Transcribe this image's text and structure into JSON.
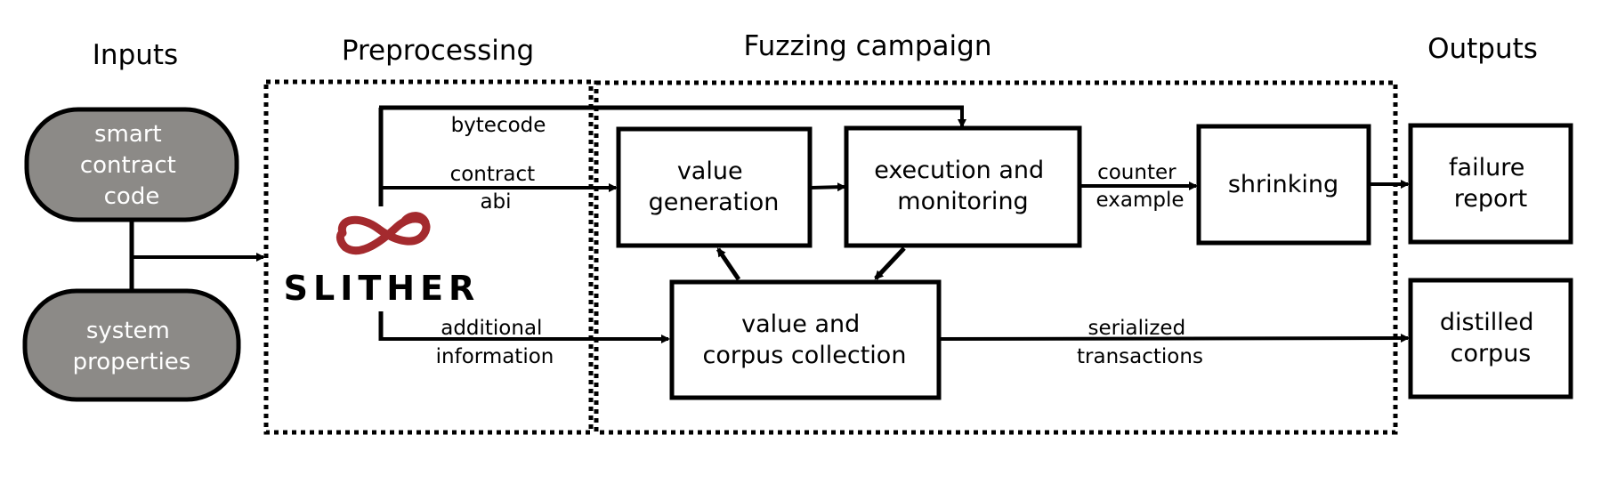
{
  "sections": {
    "inputs": "Inputs",
    "preprocessing": "Preprocessing",
    "fuzzing": "Fuzzing campaign",
    "outputs": "Outputs"
  },
  "inputs": {
    "smart_contract": [
      "smart",
      "contract",
      "code"
    ],
    "system_properties": [
      "system",
      "properties"
    ]
  },
  "tool": {
    "name": "SLITHER"
  },
  "boxes": {
    "value_generation": [
      "value",
      "generation"
    ],
    "execution_monitoring": [
      "execution and",
      "monitoring"
    ],
    "shrinking": [
      "shrinking"
    ],
    "corpus_collection": [
      "value and",
      "corpus collection"
    ],
    "failure_report": [
      "failure",
      "report"
    ],
    "distilled_corpus": [
      "distilled",
      "corpus"
    ]
  },
  "edges": {
    "bytecode": [
      "bytecode"
    ],
    "contract_abi": [
      "contract",
      "abi"
    ],
    "additional_information": [
      "additional",
      "information"
    ],
    "counter_example": [
      "counter",
      "example"
    ],
    "serialized_transactions": [
      "serialized",
      "transactions"
    ]
  },
  "colors": {
    "input_fill": "#8c8a87",
    "logo": "#a42a2e",
    "stroke": "#000000"
  }
}
